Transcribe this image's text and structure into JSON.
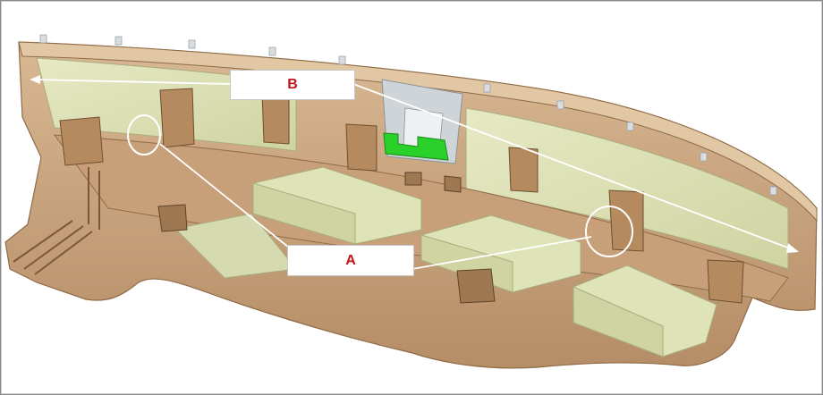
{
  "callouts": {
    "a": "A",
    "b": "B"
  },
  "colors": {
    "body": "#c9a47e",
    "body_dark": "#8f6b47",
    "body_light": "#e2c7a4",
    "foam": "#dfe3b8",
    "foam_dark": "#c9cf9c",
    "clip_green": "#2bd12b",
    "label_text": "#c0161b",
    "leader": "#ffffff"
  },
  "icons": [
    "clip-green",
    "callout-circle"
  ]
}
